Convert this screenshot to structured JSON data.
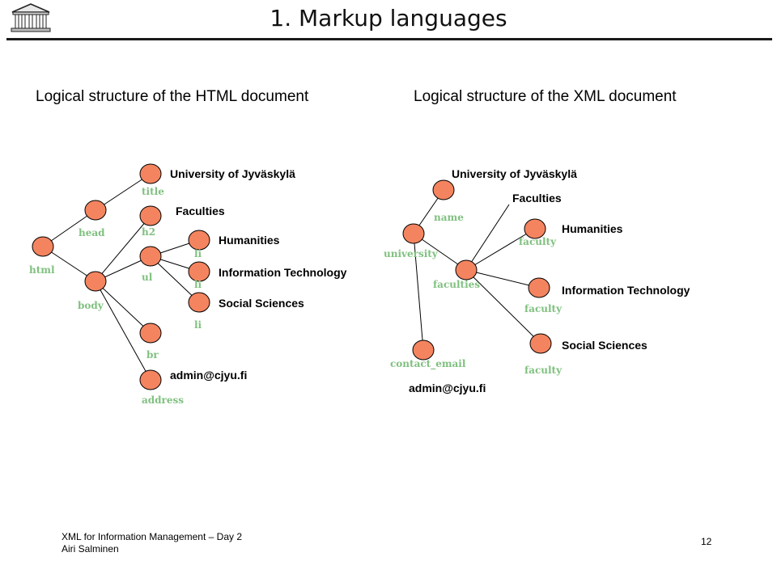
{
  "slide": {
    "title": "1. Markup languages",
    "page_number": "12"
  },
  "footer": {
    "line1": "XML for Information Management – Day 2",
    "line2": "Airi Salminen"
  },
  "html_tree": {
    "heading": "Logical structure of the HTML document",
    "tags": {
      "html": "html",
      "head": "head",
      "body": "body",
      "title": "title",
      "h2": "h2",
      "ul": "ul",
      "li1": "li",
      "li2": "li",
      "li3": "li",
      "br": "br",
      "address": "address"
    },
    "values": {
      "title": "University of Jyväskylä",
      "h2": "Faculties",
      "li1": "Humanities",
      "li2": "Information Technology",
      "li3": "Social Sciences",
      "address": "admin@cjyu.fi"
    }
  },
  "xml_tree": {
    "heading": "Logical structure of the XML document",
    "tags": {
      "university": "university",
      "name": "name",
      "faculties": "faculties",
      "faculty1": "faculty",
      "faculty2": "faculty",
      "faculty3": "faculty",
      "contact_email": "contact_email"
    },
    "values": {
      "name": "University of Jyväskylä",
      "faculties": "Faculties",
      "faculty1": "Humanities",
      "faculty2": "Information Technology",
      "faculty3": "Social Sciences",
      "contact_email": "admin@cjyu.fi"
    }
  },
  "colors": {
    "node_fill": "#f4845f",
    "tag_text": "#80c080"
  }
}
